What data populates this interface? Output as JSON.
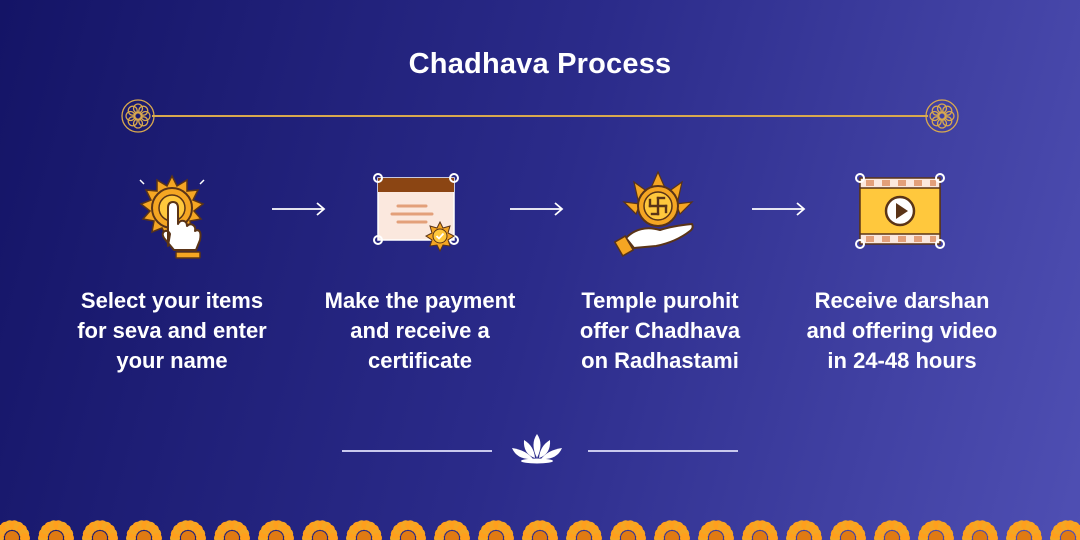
{
  "title": "Chadhava Process",
  "steps": [
    {
      "icon": "tap-coin-icon",
      "lines": [
        "Select your items",
        "for seva and enter",
        "your name"
      ]
    },
    {
      "icon": "payment-certificate-icon",
      "lines": [
        "Make the payment",
        "and receive a",
        "certificate"
      ]
    },
    {
      "icon": "swastik-offering-hand-icon",
      "lines": [
        "Temple purohit",
        "offer Chadhava",
        "on Radhastami"
      ]
    },
    {
      "icon": "video-play-icon",
      "lines": [
        "Receive darshan",
        "and offering video",
        "in 24-48 hours"
      ]
    }
  ],
  "colors": {
    "background_start": "#141466",
    "background_end": "#4f4fb3",
    "gold": "#d9a94e",
    "orange": "#f5a623",
    "text": "#ffffff"
  }
}
